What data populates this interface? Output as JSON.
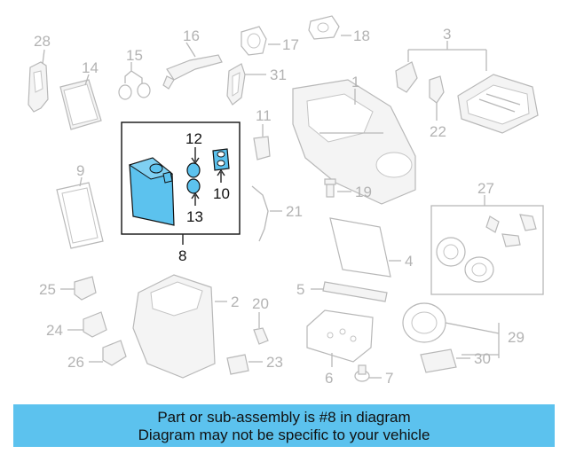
{
  "diagram": {
    "callouts": {
      "c1": "1",
      "c2": "2",
      "c3": "3",
      "c4": "4",
      "c5": "5",
      "c6": "6",
      "c7": "7",
      "c8": "8",
      "c9": "9",
      "c10": "10",
      "c11": "11",
      "c12": "12",
      "c13": "13",
      "c14": "14",
      "c15": "15",
      "c16": "16",
      "c17": "17",
      "c18": "18",
      "c19": "19",
      "c20": "20",
      "c21": "21",
      "c22": "22",
      "c23": "23",
      "c24": "24",
      "c25": "25",
      "c26": "26",
      "c27": "27",
      "c28": "28",
      "c29": "29",
      "c30": "30",
      "c31": "31"
    },
    "highlight_color": "#5cc2ee",
    "active_part": "8"
  },
  "banner": {
    "line1": "Part or sub-assembly is #8 in diagram",
    "line2": "Diagram may not be specific to your vehicle",
    "background": "#5cc2ee"
  }
}
